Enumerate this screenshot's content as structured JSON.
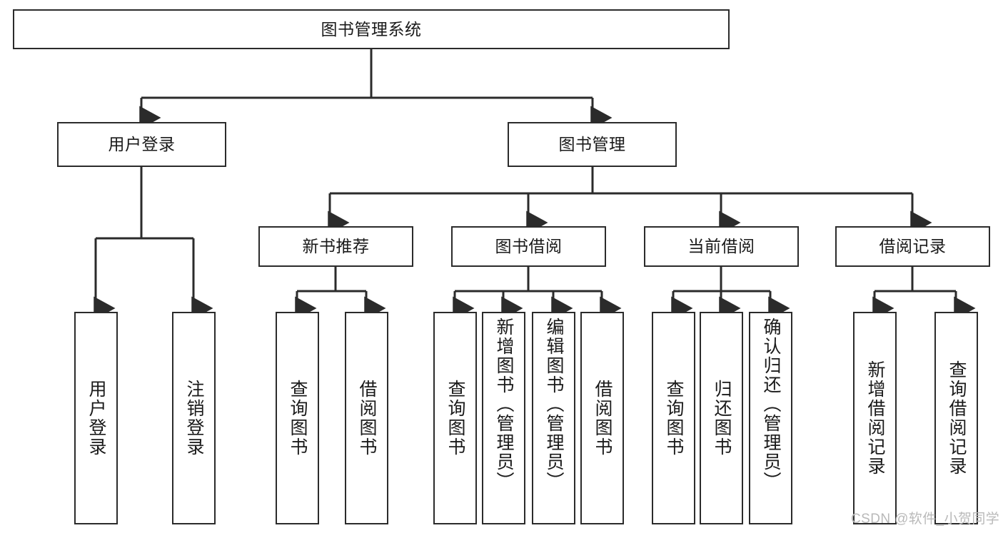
{
  "diagram": {
    "title": "图书管理系统",
    "type": "hierarchy-tree",
    "root": {
      "label": "图书管理系统"
    },
    "level1": [
      {
        "label": "用户登录"
      },
      {
        "label": "图书管理"
      }
    ],
    "level2": [
      {
        "label": "新书推荐"
      },
      {
        "label": "图书借阅"
      },
      {
        "label": "当前借阅"
      },
      {
        "label": "借阅记录"
      }
    ],
    "leaves": {
      "user_login": [
        {
          "label": "用户登录"
        },
        {
          "label": "注销登录"
        }
      ],
      "new_book_recommend": [
        {
          "label": "查询图书"
        },
        {
          "label": "借阅图书"
        }
      ],
      "book_borrow": [
        {
          "label": "查询图书"
        },
        {
          "label": "新增图书（管理员）"
        },
        {
          "label": "编辑图书（管理员）"
        },
        {
          "label": "借阅图书"
        }
      ],
      "current_borrow": [
        {
          "label": "查询图书"
        },
        {
          "label": "归还图书"
        },
        {
          "label": "确认归还（管理员）"
        }
      ],
      "borrow_record": [
        {
          "label": "新增借阅记录"
        },
        {
          "label": "查询借阅记录"
        }
      ]
    }
  },
  "watermark": {
    "text": "CSDN @软件_小贺同学"
  },
  "colors": {
    "stroke": "#2b2b2b",
    "fill": "#ffffff",
    "text": "#1a1a1a",
    "watermark": "#b9b9b9"
  }
}
